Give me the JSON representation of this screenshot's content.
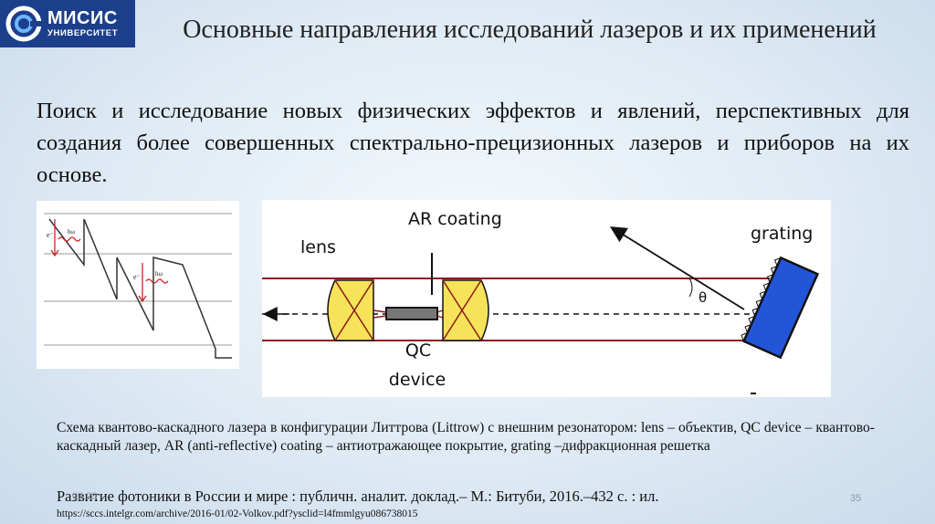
{
  "logo": {
    "name": "МИСИС",
    "subtitle": "УНИВЕРСИТЕТ"
  },
  "title": "Основные направления исследований лазеров и их применений",
  "lead": "Поиск и исследование новых физических эффектов и явлений, перспективных для создания более совершенных спектрально-прецизионных лазеров и приборов на их основе.",
  "band_diagram": {
    "electron_label": "e⁻",
    "photon_label": "hω"
  },
  "laser_diagram": {
    "lens_label": "lens",
    "ar_label": "AR coating",
    "qc_label_line1": "QC",
    "qc_label_line2": "device",
    "grating_label": "grating",
    "theta_label": "θ",
    "colors": {
      "beam": "#8b1a1a",
      "lens_fill": "#f6e35a",
      "grating_fill": "#2255d8"
    }
  },
  "caption": "Схема квантово-каскадного лазера в конфигурации Литтрова (Littrow) с внешним резонатором: lens – объектив, QC device – квантово-каскадный лазер, AR (anti-reflective) coating – антиотражающее покрытие, grating –дифракционная решетка",
  "source": "Развитие фотоники в России и мире : публичн. аналит. доклад.– М.: Битуби, 2016.–432 с. : ил.",
  "url": "https://sccs.intelgr.com/archive/2016-01/02-Volkov.pdf?ysclid=l4fmmlgyu086738015",
  "footer": {
    "date": "03.23",
    "page_number": "35"
  }
}
